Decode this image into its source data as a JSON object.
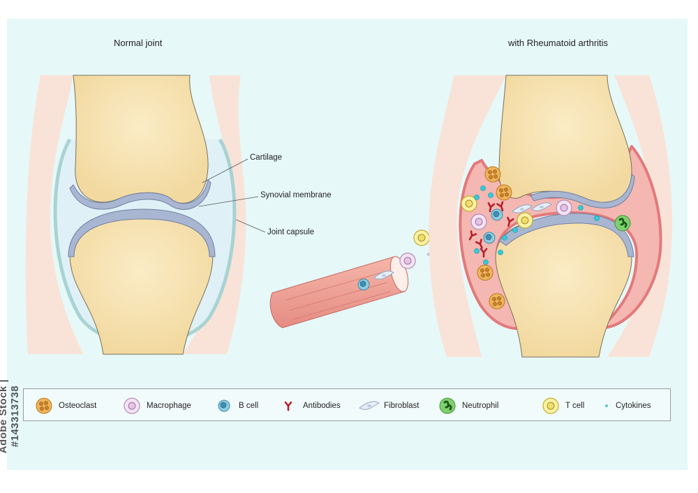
{
  "titles": {
    "normal": "Normal joint",
    "arthritis": "with Rheumatoid arthritis"
  },
  "labels": {
    "cartilage": "Cartilage",
    "synovial_membrane": "Synovial membrane",
    "joint_capsule": "Joint capsule"
  },
  "legend": [
    {
      "icon": "osteoclast-icon",
      "label": "Osteoclast"
    },
    {
      "icon": "macrophage-icon",
      "label": "Macrophage"
    },
    {
      "icon": "b-cell-icon",
      "label": "B cell"
    },
    {
      "icon": "antibody-icon",
      "label": "Antibodies"
    },
    {
      "icon": "fibroblast-icon",
      "label": "Fibroblast"
    },
    {
      "icon": "neutrophil-icon",
      "label": "Neutrophil"
    },
    {
      "icon": "t-cell-icon",
      "label": "T cell"
    },
    {
      "icon": "cytokine-icon",
      "label": "Cytokines"
    }
  ],
  "stock_id": "Adobe Stock | #143313738",
  "colors": {
    "background_panel": "#e6f8f8",
    "bone": "#f7e3b3",
    "cartilage": "#a9b6d1",
    "synovial_fluid": "#dff1f7",
    "capsule": "#a9d3d3",
    "soft_tissue": "#f9e3d8",
    "inflamed": "#f4b7b2",
    "inflamed_edge": "#e3797a",
    "antibody": "#b3202a"
  }
}
